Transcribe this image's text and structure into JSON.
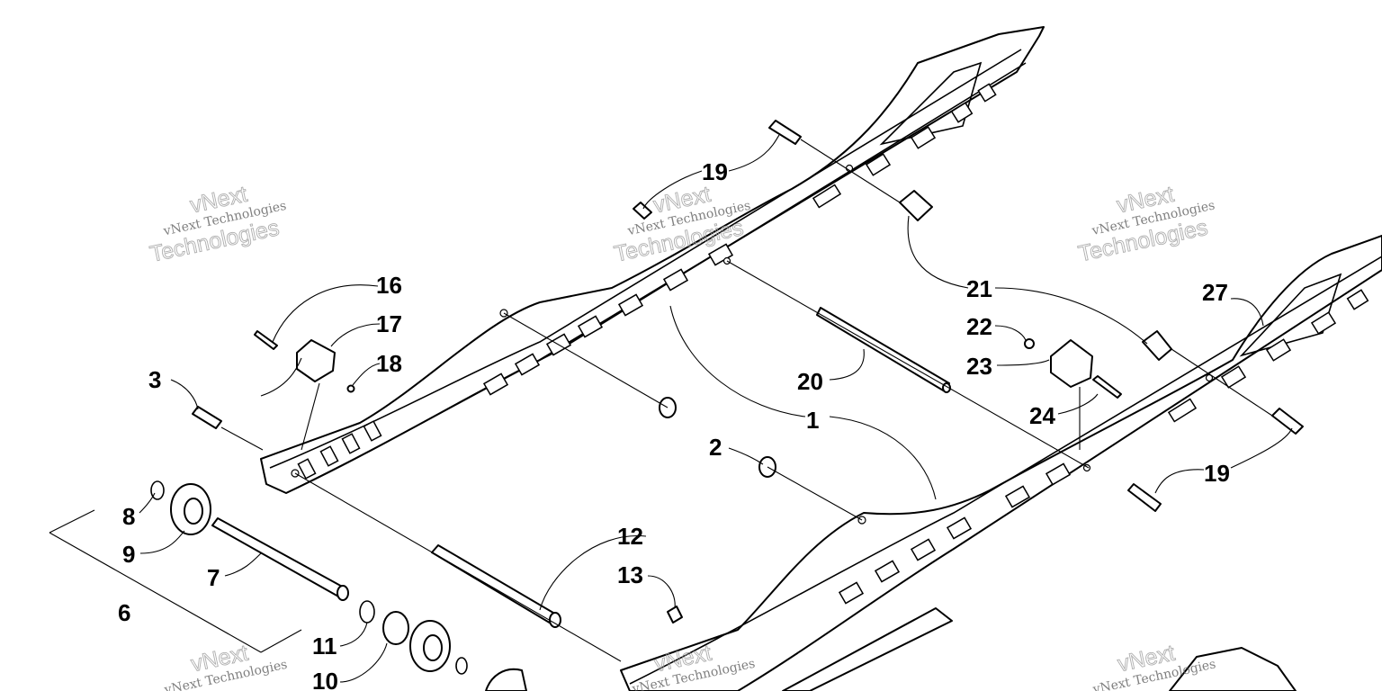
{
  "callouts": [
    {
      "id": "c1",
      "label": "1"
    },
    {
      "id": "c2",
      "label": "2"
    },
    {
      "id": "c3",
      "label": "3"
    },
    {
      "id": "c6",
      "label": "6"
    },
    {
      "id": "c7",
      "label": "7"
    },
    {
      "id": "c8",
      "label": "8"
    },
    {
      "id": "c9",
      "label": "9"
    },
    {
      "id": "c10",
      "label": "10"
    },
    {
      "id": "c11",
      "label": "11"
    },
    {
      "id": "c12",
      "label": "12"
    },
    {
      "id": "c13",
      "label": "13"
    },
    {
      "id": "c16",
      "label": "16"
    },
    {
      "id": "c17",
      "label": "17"
    },
    {
      "id": "c18",
      "label": "18"
    },
    {
      "id": "c19a",
      "label": "19"
    },
    {
      "id": "c19b",
      "label": "19"
    },
    {
      "id": "c20",
      "label": "20"
    },
    {
      "id": "c21",
      "label": "21"
    },
    {
      "id": "c22",
      "label": "22"
    },
    {
      "id": "c23",
      "label": "23"
    },
    {
      "id": "c24",
      "label": "24"
    },
    {
      "id": "c27",
      "label": "27"
    }
  ],
  "watermark": {
    "line1": "vNext",
    "line2": "vNext Technologies",
    "line3": "Technologies"
  }
}
